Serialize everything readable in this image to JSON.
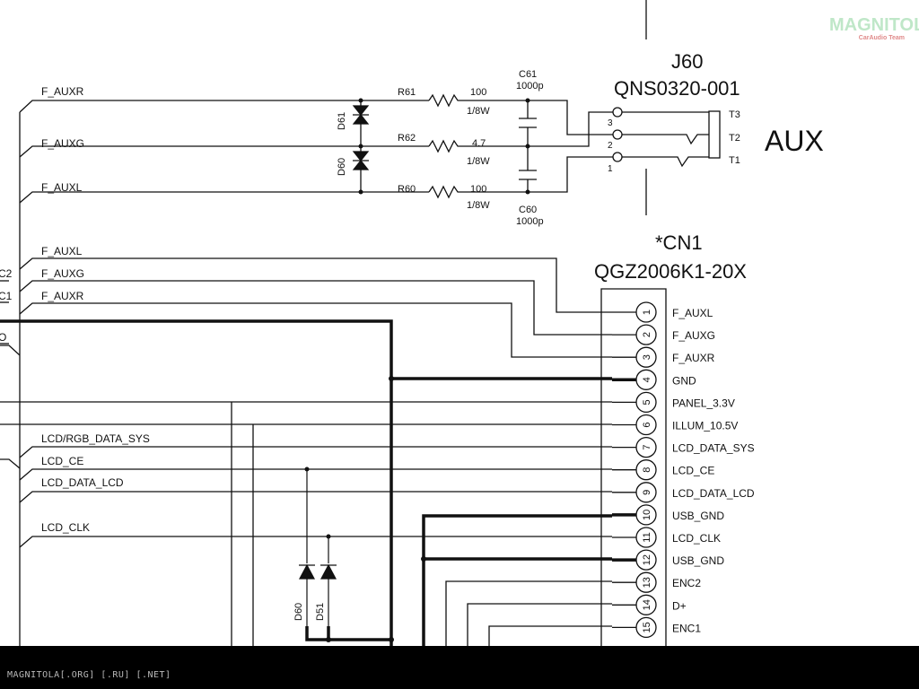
{
  "logo": {
    "word": "MAGNITOLA",
    "tag": "CarAudio Team"
  },
  "jack": {
    "ref": "J60",
    "part": "QNS0320-001",
    "name": "AUX",
    "terminals": [
      "T3",
      "T2",
      "T1"
    ],
    "pins": [
      "3",
      "2",
      "1"
    ]
  },
  "connector": {
    "ref": "*CN1",
    "part": "QGZ2006K1-20X",
    "pins": [
      {
        "num": "1",
        "name": "F_AUXL"
      },
      {
        "num": "2",
        "name": "F_AUXG"
      },
      {
        "num": "3",
        "name": "F_AUXR"
      },
      {
        "num": "4",
        "name": "GND"
      },
      {
        "num": "5",
        "name": "PANEL_3.3V"
      },
      {
        "num": "6",
        "name": "ILLUM_10.5V"
      },
      {
        "num": "7",
        "name": "LCD_DATA_SYS"
      },
      {
        "num": "8",
        "name": "LCD_CE"
      },
      {
        "num": "9",
        "name": "LCD_DATA_LCD"
      },
      {
        "num": "10",
        "name": "USB_GND"
      },
      {
        "num": "11",
        "name": "LCD_CLK"
      },
      {
        "num": "12",
        "name": "USB_GND"
      },
      {
        "num": "13",
        "name": "ENC2"
      },
      {
        "num": "14",
        "name": "D+"
      },
      {
        "num": "15",
        "name": "ENC1"
      }
    ]
  },
  "resistors": [
    {
      "ref": "R61",
      "value": "100",
      "power": "1/8W"
    },
    {
      "ref": "R62",
      "value": "4.7",
      "power": "1/8W"
    },
    {
      "ref": "R60",
      "value": "100",
      "power": "1/8W"
    }
  ],
  "capacitors": [
    {
      "ref": "C61",
      "value": "1000p"
    },
    {
      "ref": "C60",
      "value": "1000p"
    }
  ],
  "diodes_top": [
    "D61",
    "D60"
  ],
  "diodes_bottom": [
    "D60",
    "D51"
  ],
  "nets_top": [
    "F_AUXR",
    "F_AUXG",
    "F_AUXL"
  ],
  "nets_mid": [
    "F_AUXL",
    "F_AUXG",
    "F_AUXR"
  ],
  "nets_lcd": [
    "LCD/RGB_DATA_SYS",
    "LCD_CE",
    "LCD_DATA_LCD",
    "LCD_CLK"
  ],
  "edge_labels": [
    "C2",
    "C1",
    "O"
  ],
  "footer": {
    "credit": "MAGNITOLA[.ORG] [.RU] [.NET]"
  }
}
